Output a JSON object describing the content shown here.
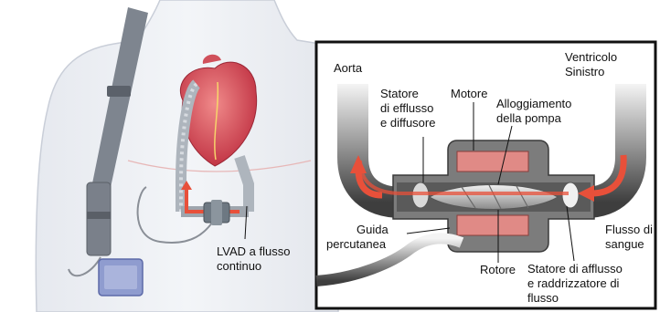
{
  "colors": {
    "skin": "#eceff4",
    "heart": "#d9485a",
    "flow_arrow": "#e8503a",
    "pump_magnet": "#e08a86",
    "controller": "#8f9ccf",
    "frame": "#111111"
  },
  "labels": {
    "lvad": [
      "LVAD a flusso",
      "continuo"
    ],
    "aorta": "Aorta",
    "ventricolo": [
      "Ventricolo",
      "Sinistro"
    ],
    "statore_efflusso": [
      "Statore",
      "di efflusso",
      "e diffusore"
    ],
    "motore": "Motore",
    "alloggiamento": [
      "Alloggiamento",
      "della pompa"
    ],
    "guida": [
      "Guida",
      "percutanea"
    ],
    "flusso_sangue": [
      "Flusso di",
      "sangue"
    ],
    "rotore": "Rotore",
    "statore_afflusso": [
      "Statore di afflusso",
      "e raddrizzatore di",
      "flusso"
    ]
  }
}
